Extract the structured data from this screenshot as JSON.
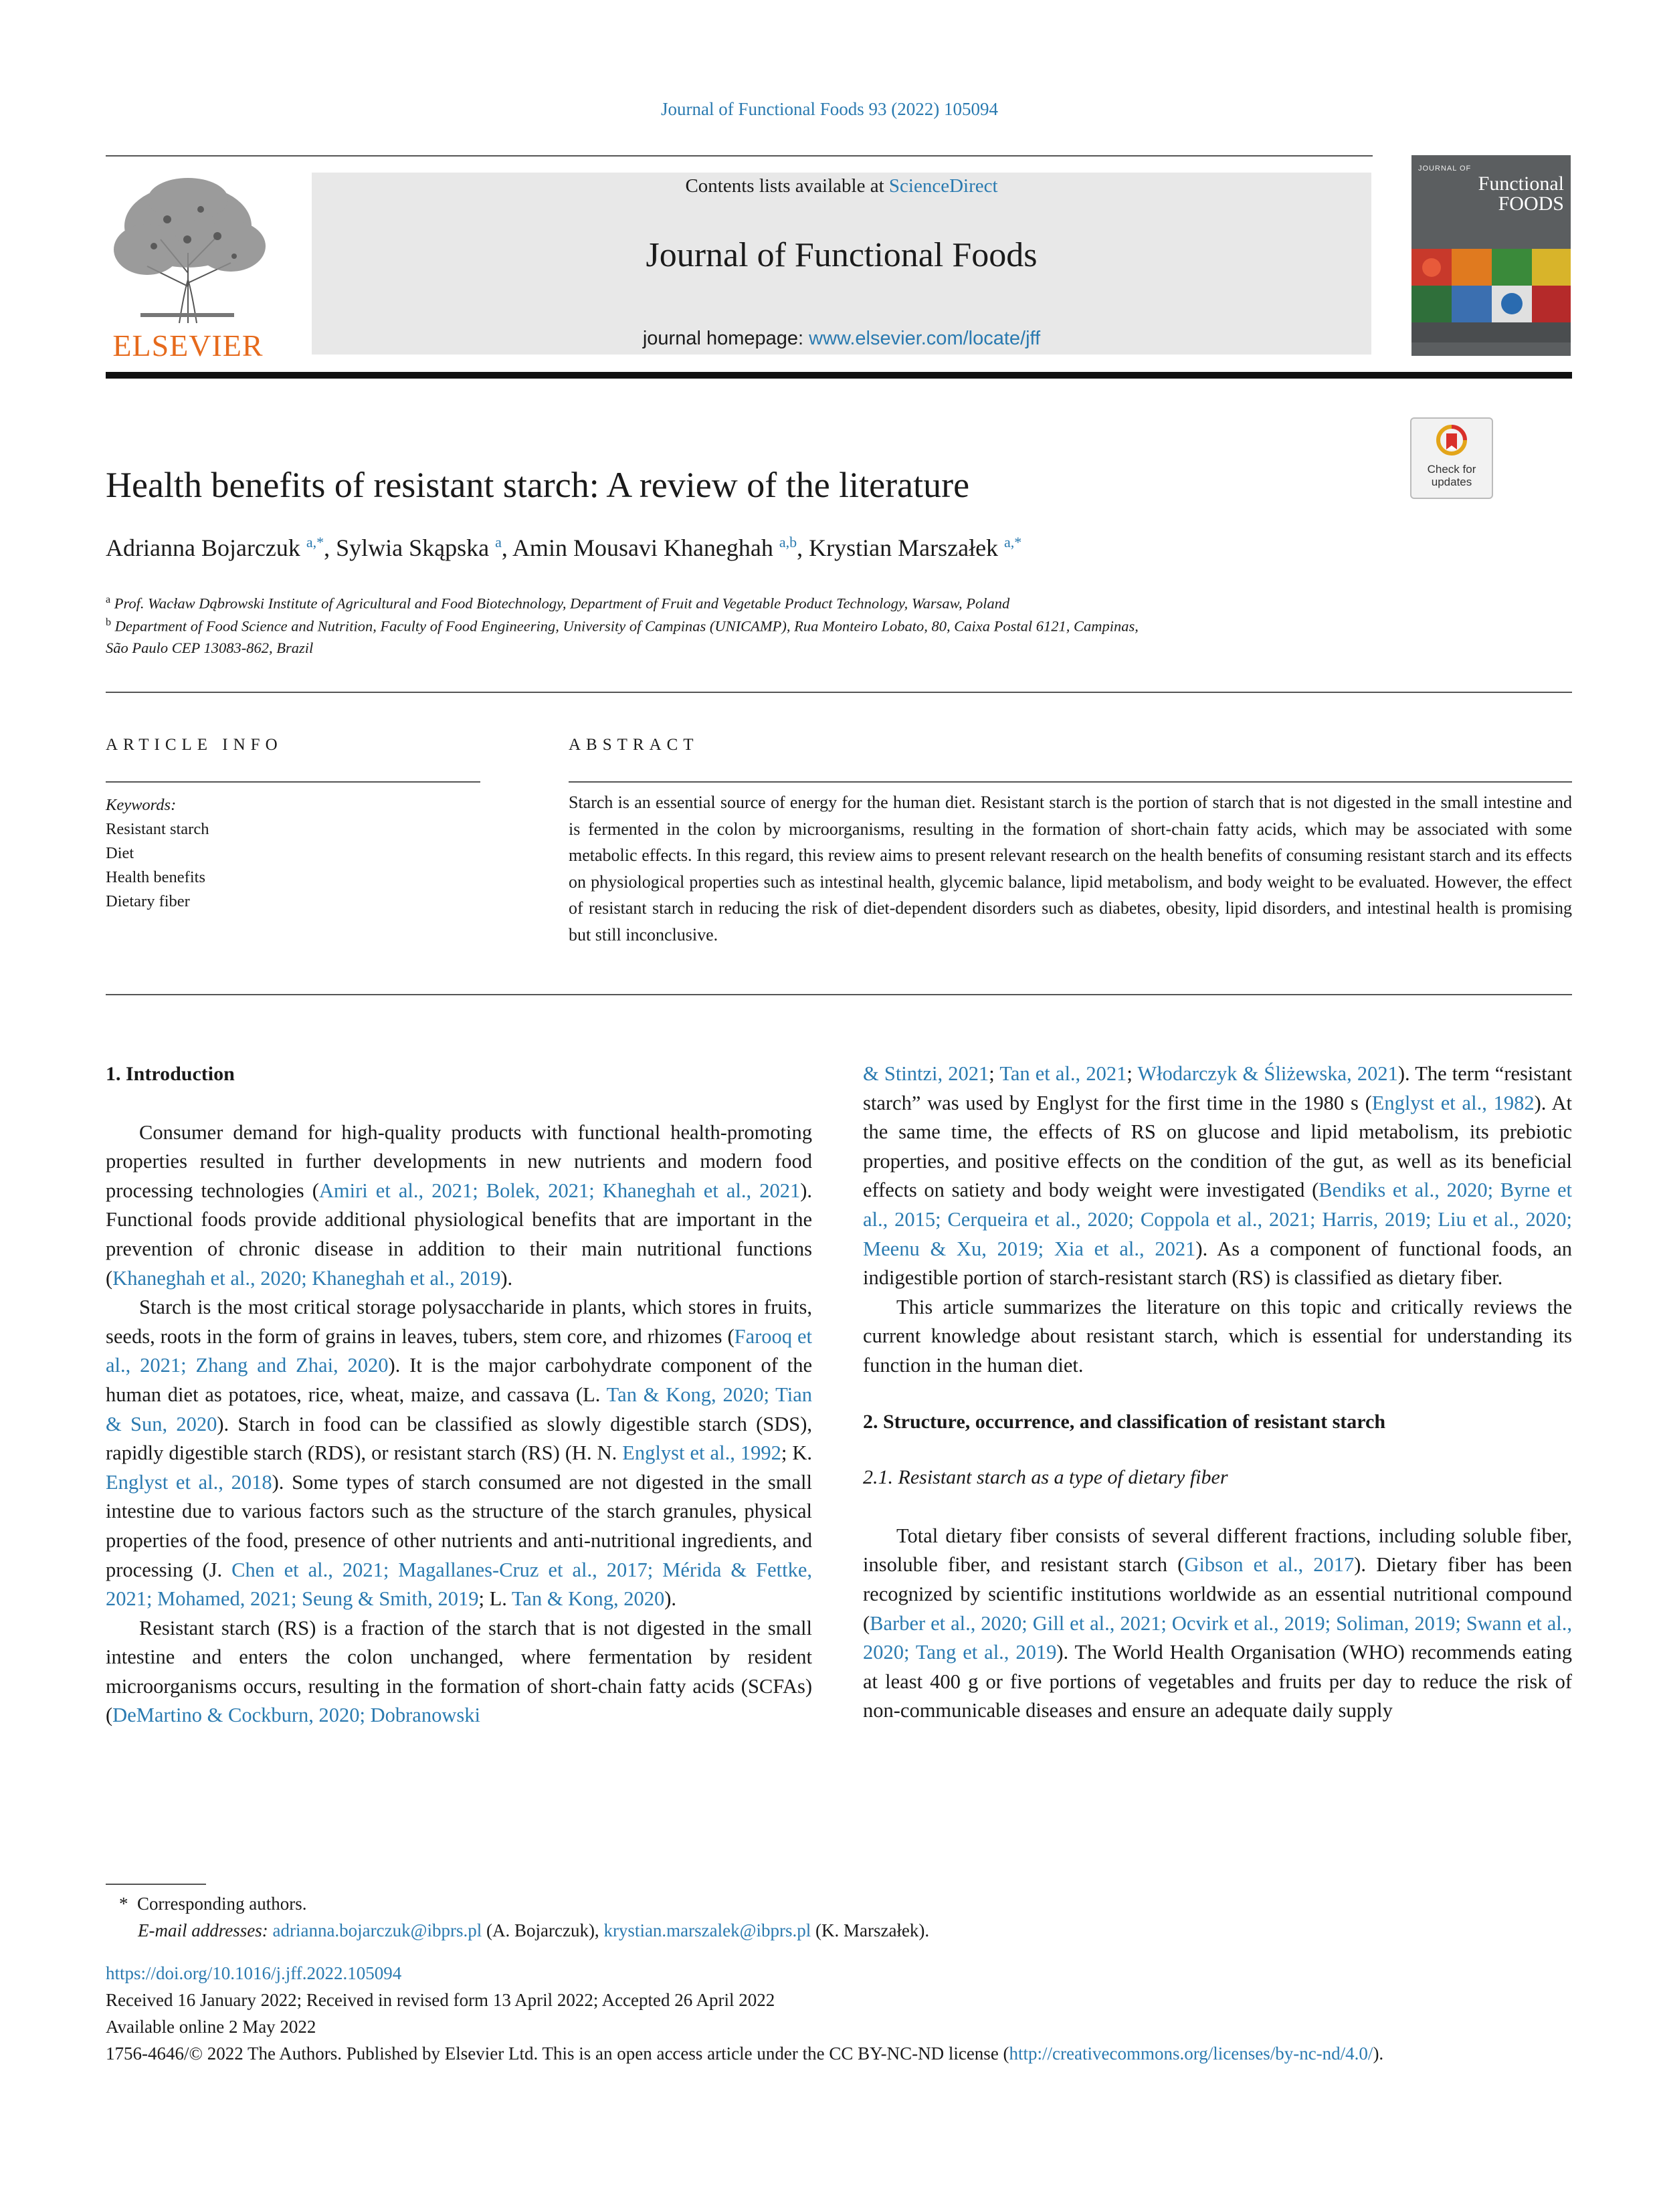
{
  "header": {
    "running_head": "Journal of Functional Foods 93 (2022) 105094",
    "contents_prefix": "Contents lists available at ",
    "contents_link": "ScienceDirect",
    "journal_title": "Journal of Functional Foods",
    "homepage_prefix": "journal homepage: ",
    "homepage_link": "www.elsevier.com/locate/jff",
    "publisher": "ELSEVIER",
    "cover_journal_small": "JOURNAL OF",
    "cover_journal_big1": "Functional",
    "cover_journal_big2": "FOODS",
    "check_updates": "Check for updates"
  },
  "title": "Health benefits of resistant starch: A review of the literature",
  "authors": [
    {
      "name": "Adrianna Bojarczuk",
      "sup": "a,*"
    },
    {
      "name": "Sylwia Skąpska",
      "sup": "a"
    },
    {
      "name": "Amin Mousavi Khaneghah",
      "sup": "a,b"
    },
    {
      "name": "Krystian Marszałek",
      "sup": "a,*"
    }
  ],
  "affiliations": {
    "a_label": "a",
    "a_text": "Prof. Wacław Dąbrowski Institute of Agricultural and Food Biotechnology, Department of Fruit and Vegetable Product Technology, Warsaw, Poland",
    "b_label": "b",
    "b_line1": "Department of Food Science and Nutrition, Faculty of Food Engineering, University of Campinas (UNICAMP), Rua Monteiro Lobato, 80, Caixa Postal 6121, Campinas,",
    "b_line2": "São Paulo CEP 13083-862, Brazil"
  },
  "article_info": {
    "heading": "ARTICLE INFO",
    "keywords_label": "Keywords:",
    "keywords": [
      "Resistant starch",
      "Diet",
      "Health benefits",
      "Dietary fiber"
    ]
  },
  "abstract": {
    "heading": "ABSTRACT",
    "text": "Starch is an essential source of energy for the human diet. Resistant starch is the portion of starch that is not digested in the small intestine and is fermented in the colon by microorganisms, resulting in the formation of short-chain fatty acids, which may be associated with some metabolic effects. In this regard, this review aims to present relevant research on the health benefits of consuming resistant starch and its effects on physiological properties such as intestinal health, glycemic balance, lipid metabolism, and body weight to be evaluated. However, the effect of resistant starch in reducing the risk of diet-dependent disorders such as diabetes, obesity, lipid disorders, and intestinal health is promising but still inconclusive."
  },
  "body": {
    "sec1_heading": "1.  Introduction",
    "p1": [
      {
        "t": "Consumer demand for high-quality products with functional health-promoting properties resulted in further developments in new nutrients and modern food processing technologies ("
      },
      {
        "t": "Amiri et al., 2021; Bolek, 2021; Khaneghah et al., 2021",
        "link": true
      },
      {
        "t": "). Functional foods provide additional physiological benefits that are important in the prevention of chronic disease in addition to their main nutritional functions ("
      },
      {
        "t": "Khaneghah et al., 2020; Khaneghah et al., 2019",
        "link": true
      },
      {
        "t": ")."
      }
    ],
    "p2": [
      {
        "t": "Starch is the most critical storage polysaccharide in plants, which stores in fruits, seeds, roots in the form of grains in leaves, tubers, stem core, and rhizomes ("
      },
      {
        "t": "Farooq et al., 2021; Zhang and Zhai, 2020",
        "link": true
      },
      {
        "t": "). It is the major carbohydrate component of the human diet as potatoes, rice, wheat, maize, and cassava (L. "
      },
      {
        "t": "Tan & Kong, 2020; Tian & Sun, 2020",
        "link": true
      },
      {
        "t": "). Starch in food can be classified as slowly digestible starch (SDS), rapidly digestible starch (RDS), or resistant starch (RS) (H. N. "
      },
      {
        "t": "Englyst et al., 1992",
        "link": true
      },
      {
        "t": "; K. "
      },
      {
        "t": "Englyst et al., 2018",
        "link": true
      },
      {
        "t": "). Some types of starch consumed are not digested in the small intestine due to various factors such as the structure of the starch granules, physical properties of the food, presence of other nutrients and anti-nutritional ingredients, and processing (J. "
      },
      {
        "t": "Chen et al., 2021; Magallanes-Cruz et al., 2017; Mérida & Fettke, 2021; Mohamed, 2021; Seung & Smith, 2019",
        "link": true
      },
      {
        "t": "; L. "
      },
      {
        "t": "Tan & Kong, 2020",
        "link": true
      },
      {
        "t": ")."
      }
    ],
    "p3": [
      {
        "t": "Resistant starch (RS) is a fraction of the starch that is not digested in the small intestine and enters the colon unchanged, where fermentation by resident microorganisms occurs, resulting in the formation of short-chain fatty acids (SCFAs) ("
      },
      {
        "t": "DeMartino & Cockburn, 2020; Dobranowski",
        "link": true
      }
    ],
    "p3_cont": [
      {
        "t": "& Stintzi, 2021",
        "link": true
      },
      {
        "t": "; "
      },
      {
        "t": "Tan et al., 2021",
        "link": true
      },
      {
        "t": "; "
      },
      {
        "t": "Włodarczyk & Śliżewska, 2021",
        "link": true
      },
      {
        "t": "). The term “resistant starch” was used by Englyst for the first time in the 1980 s ("
      },
      {
        "t": "Englyst et al., 1982",
        "link": true
      },
      {
        "t": "). At the same time, the effects of RS on glucose and lipid metabolism, its prebiotic properties, and positive effects on the condition of the gut, as well as its beneficial effects on satiety and body weight were investigated ("
      },
      {
        "t": "Bendiks et al., 2020; Byrne et al., 2015; Cerqueira et al., 2020; Coppola et al., 2021; Harris, 2019; Liu et al., 2020; Meenu & Xu, 2019; Xia et al., 2021",
        "link": true
      },
      {
        "t": "). As a component of functional foods, an indigestible portion of starch-resistant starch (RS) is classified as dietary fiber."
      }
    ],
    "p4": "This article summarizes the literature on this topic and critically reviews the current knowledge about resistant starch, which is essential for understanding its function in the human diet.",
    "sec2_heading": "2.  Structure, occurrence, and classification of resistant starch",
    "sec21_heading": "2.1.  Resistant starch as a type of dietary fiber",
    "p5": [
      {
        "t": "Total dietary fiber consists of several different fractions, including soluble fiber, insoluble fiber, and resistant starch ("
      },
      {
        "t": "Gibson et al., 2017",
        "link": true
      },
      {
        "t": "). Dietary fiber has been recognized by scientific institutions worldwide as an essential nutritional compound ("
      },
      {
        "t": "Barber et al., 2020; Gill et al., 2021; Ocvirk et al., 2019; Soliman, 2019; Swann et al., 2020; Tang et al., 2019",
        "link": true
      },
      {
        "t": "). The World Health Organisation (WHO) recommends eating at least 400 g or five portions of vegetables and fruits per day to reduce the risk of non-communicable diseases and ensure an adequate daily supply"
      }
    ]
  },
  "footnotes": {
    "star": "*",
    "corresponding": "Corresponding authors.",
    "email_label": "E-mail addresses:",
    "email1": "adrianna.bojarczuk@ibprs.pl",
    "email1_who": " (A. Bojarczuk), ",
    "email2": "krystian.marszalek@ibprs.pl",
    "email2_who": " (K. Marszałek)."
  },
  "pubinfo": {
    "doi": "https://doi.org/10.1016/j.jff.2022.105094",
    "received": "Received 16 January 2022; Received in revised form 13 April 2022; Accepted 26 April 2022",
    "available": "Available online 2 May 2022",
    "license_prefix": "1756-4646/© 2022 The Authors. Published by Elsevier Ltd. This is an open access article under the CC BY-NC-ND license (",
    "license_link": "http://creativecommons.org/licenses/by-nc-nd/4.0/",
    "license_suffix": ")."
  },
  "colors": {
    "link": "#2a7ab0",
    "elsevier_orange": "#e66a1c",
    "masthead_bg": "#e8e8e8"
  }
}
